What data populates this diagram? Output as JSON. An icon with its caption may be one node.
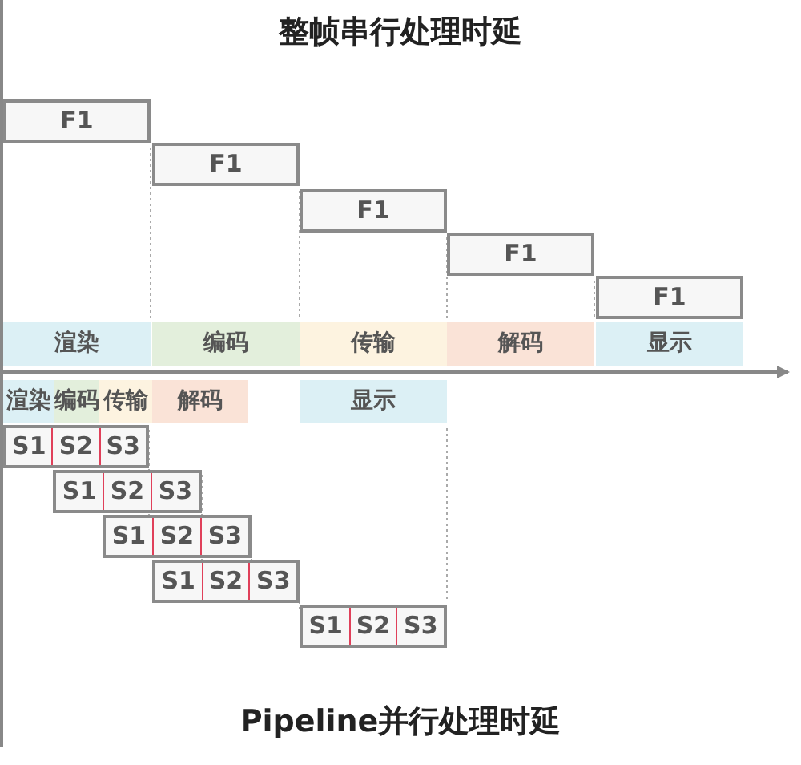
{
  "diagram": {
    "title": "整帧串行处理时延",
    "nodes": [
      {
        "text": [
          "F1"
        ]
      },
      {
        "text": [
          "F1"
        ]
      },
      {
        "text": [
          "F1"
        ]
      },
      {
        "text": [
          "F1"
        ]
      },
      {
        "text": [
          "F1"
        ]
      },
      {
        "text": [
          "渲染"
        ]
      },
      {
        "text": [
          "编码"
        ]
      },
      {
        "text": [
          "传输"
        ]
      },
      {
        "text": [
          "解码"
        ]
      },
      {
        "text": [
          "显示"
        ]
      },
      {
        "text": [
          "渲染"
        ]
      },
      {
        "text": [
          "编码"
        ]
      },
      {
        "text": [
          "传输"
        ]
      },
      {
        "text": [
          "解码"
        ]
      },
      {
        "text": [
          "显示"
        ]
      },
      {
        "text": [
          "S1",
          "S2",
          "S3"
        ]
      },
      {
        "text": [
          "S1",
          "S2",
          "S3"
        ]
      },
      {
        "text": [
          "S1",
          "S2",
          "S3"
        ]
      },
      {
        "text": [
          "S1",
          "S2",
          "S3"
        ]
      },
      {
        "text": [
          "S1",
          "S2",
          "S3"
        ]
      }
    ],
    "edges": [],
    "labels": [
      "Pipeline并行处理时延"
    ]
  }
}
